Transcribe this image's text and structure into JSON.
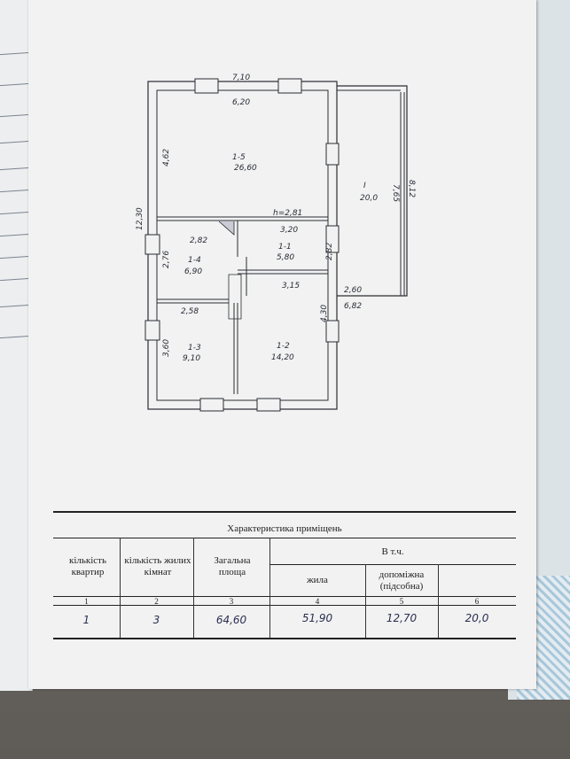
{
  "plan": {
    "dims": {
      "top_outer": "7,10",
      "top_inner": "6,20",
      "left_outer": "12,30",
      "room1_5_side": "4,62",
      "room1_4_side": "2,76",
      "room1_3_side": "3,60",
      "annex_w": "2,60",
      "annex_outer": "6,82",
      "annex_h": "7,65",
      "annex_h_outer": "8,12",
      "corridor_top": "3,20",
      "room1_4_w": "2,82",
      "room1_1_side": "2,82",
      "room1_1_bottom": "3,15",
      "room1_4_bottom": "2,58",
      "room1_2_side": "4,30",
      "height": "h=2,81"
    },
    "rooms": [
      {
        "id": "1-5",
        "area": "26,60"
      },
      {
        "id": "I",
        "area": "20,0"
      },
      {
        "id": "1-1",
        "area": "5,80"
      },
      {
        "id": "1-4",
        "area": "6,90"
      },
      {
        "id": "1-3",
        "area": "9,10"
      },
      {
        "id": "1-2",
        "area": "14,20"
      }
    ]
  },
  "table": {
    "title": "Характеристика приміщень",
    "headers": {
      "apartments": "кількість квартир",
      "rooms": "кількість жилих кімнат",
      "total": "Загальна площа",
      "incl": "В т.ч.",
      "living": "жила",
      "aux": "допоміжна (підсобна)"
    },
    "col_numbers": [
      "1",
      "2",
      "3",
      "4",
      "5",
      "6"
    ],
    "values": [
      "1",
      "3",
      "64,60",
      "51,90",
      "12,70",
      "20,0"
    ]
  }
}
